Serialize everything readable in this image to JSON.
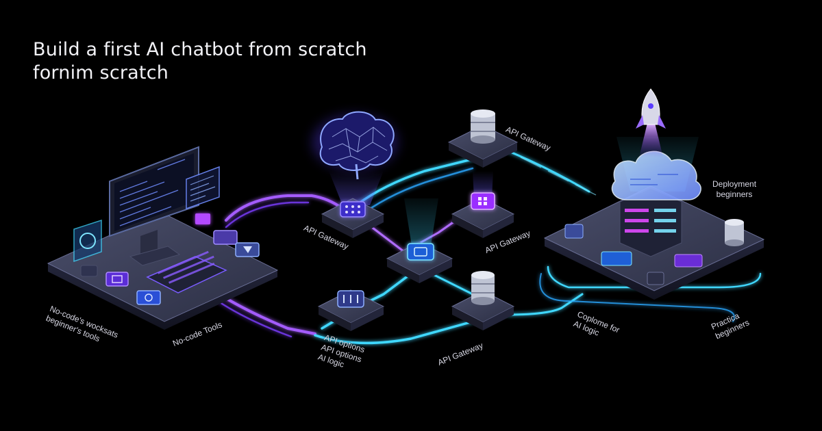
{
  "title": {
    "line1": "Build a first AI chatbot from scratch",
    "line2": "fornim scratch"
  },
  "labels": {
    "workstation_line1": "No-code's wocksats",
    "workstation_line2": "beginner's tools",
    "no_code_tools": "No-code Tools",
    "api_gateway_left": "API Gateway",
    "api_gateway_top": "API Gateway",
    "api_gateway_mid": "API Gateway",
    "api_gateway_bottom": "API Gateway",
    "api_options_1": "API options",
    "api_options_2": "API options",
    "ai_logic_left": "AI logic",
    "deployment_1": "Deployment",
    "deployment_2": "beginners",
    "coplome_1": "Coplome for",
    "coplome_2": "AI logic",
    "practica_1": "Practica",
    "practica_2": "beginners"
  },
  "colors": {
    "background": "#000000",
    "cyan": "#3fd8ff",
    "violet": "#a45cff",
    "platform_top": "#3a3d55",
    "platform_side": "#1b1c2a"
  },
  "icons": [
    "monitor-icon",
    "keyboard-icon",
    "brain-icon",
    "database-icon",
    "cloud-icon",
    "server-rack-icon",
    "rocket-icon",
    "chip-icon"
  ]
}
